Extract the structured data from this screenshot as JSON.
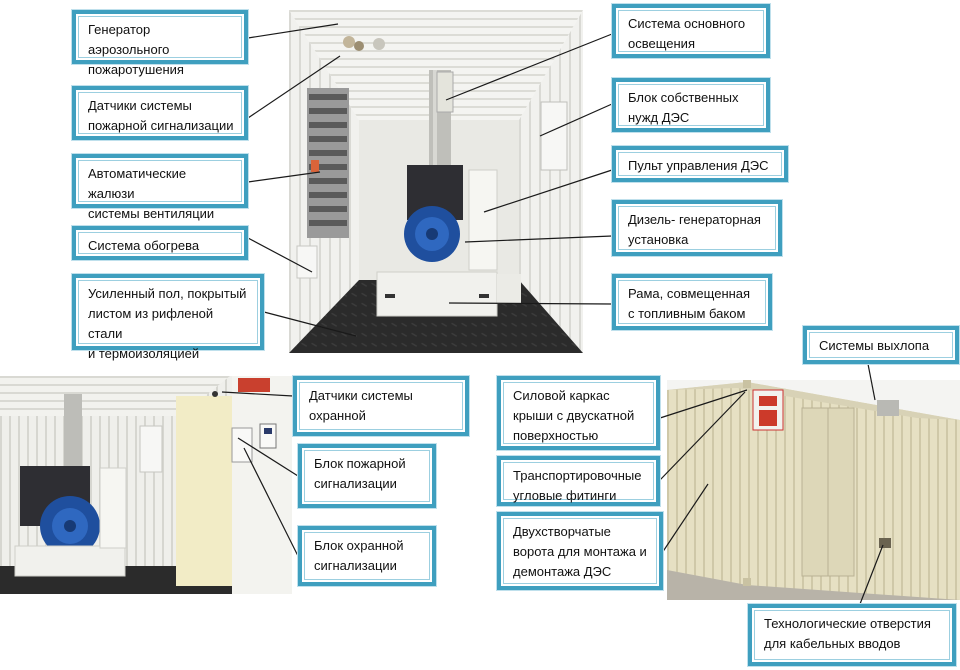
{
  "labels": {
    "aerosol_gen": "Генератор аэрозольного\nпожаротушения",
    "fire_sensors": "Датчики системы\nпожарной сигнализации",
    "blinds": "Автоматические жалюзи\nсистемы вентиляции",
    "heating": "Система обогрева",
    "floor": "Усиленный пол, покрытый\nлистом из рифленой стали\nи термоизоляцией",
    "main_light": "Система основного\nосвещения",
    "aux_unit": "Блок собственных\nнужд ДЭС",
    "control_panel": "Пульт управления ДЭС",
    "diesel_gen": "Дизель- генераторная\nустановка",
    "frame": "Рама, совмещенная\nс топливным баком",
    "exhaust": "Системы выхлопа",
    "security_sensors": "Датчики системы\nохранной",
    "fire_alarm_unit": "Блок пожарной\nсигнализации",
    "security_unit": "Блок охранной\nсигнализации",
    "roof_frame": "Силовой каркас\nкрыши с двускатной\nповерхностью",
    "fittings": "Транспортировочные\nугловые фитинги",
    "gates": "Двухстворчатые\nворота для монтажа и\nдемонтажа ДЭС",
    "cable_holes": "Технологические отверстия\nдля кабельных вводов"
  },
  "colors": {
    "label_border": "#3f9fbf",
    "leader_line": "#1a1a1a",
    "container_wall": "#f3f3ef",
    "floor": "#2a2a2a",
    "generator_blue": "#1f4f9e",
    "exterior_beige": "#e8e2c6"
  }
}
